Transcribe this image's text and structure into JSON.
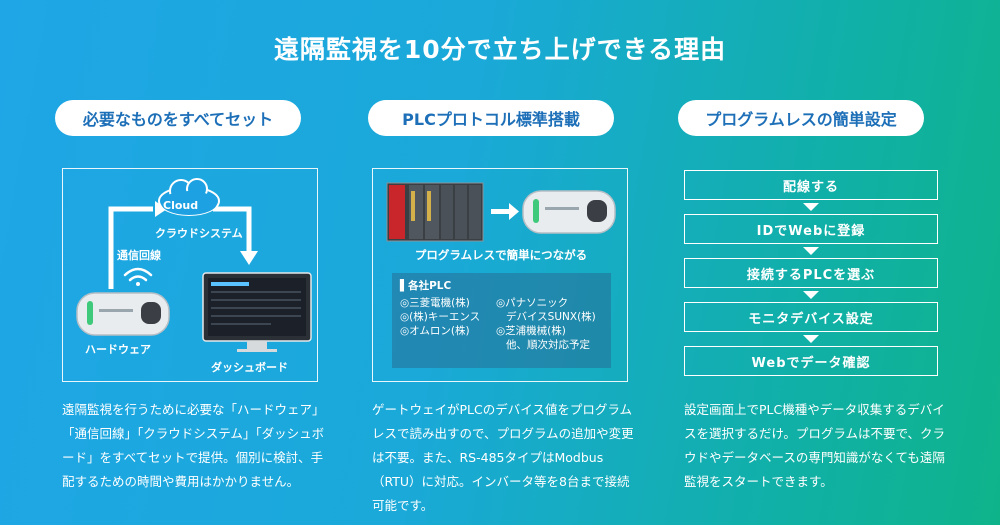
{
  "title": "遠隔監視を10分で立ち上げできる理由",
  "columns": [
    {
      "heading": "必要なものをすべてセット",
      "desc": "遠隔監視を行うために必要な「ハードウェア」「通信回線」「クラウドシステム」「ダッシュボード」をすべてセットで提供。個別に検討、手配するための時間や費用はかかりません。"
    },
    {
      "heading": "PLCプロトコル標準搭載",
      "desc": "ゲートウェイがPLCのデバイス値をプログラムレスで読み出すので、プログラムの追加や変更は不要。また、RS-485タイプはModbus（RTU）に対応。インバータ等を8台まで接続可能です。"
    },
    {
      "heading": "プログラムレスの簡単設定",
      "desc": "設定画面上でPLC機種やデータ収集するデバイスを選択するだけ。プログラムは不要で、クラウドやデータベースの専門知識がなくても遠隔監視をスタートできます。"
    }
  ],
  "diagram1": {
    "cloud": "Cloud",
    "cloud_label": "クラウドシステム",
    "network_label": "通信回線",
    "hardware_label": "ハードウェア",
    "dashboard_label": "ダッシュボード"
  },
  "diagram2": {
    "caption": "プログラムレスで簡単につながる",
    "panel_title": "各社PLC",
    "left_list": [
      "◎三菱電機(株)",
      "◎(株)キーエンス",
      "◎オムロン(株)"
    ],
    "right_list": [
      "◎パナソニック",
      "デバイスSUNX(株)",
      "◎芝浦機械(株)",
      "他、順次対応予定"
    ]
  },
  "steps": [
    "配線する",
    "IDでWebに登録",
    "接続するPLCを選ぶ",
    "モニタデバイス設定",
    "Webでデータ確認"
  ],
  "colors": {
    "accent_text": "#1d6fb8",
    "plc_red": "#c8262b",
    "led_green": "#3fc97a"
  }
}
